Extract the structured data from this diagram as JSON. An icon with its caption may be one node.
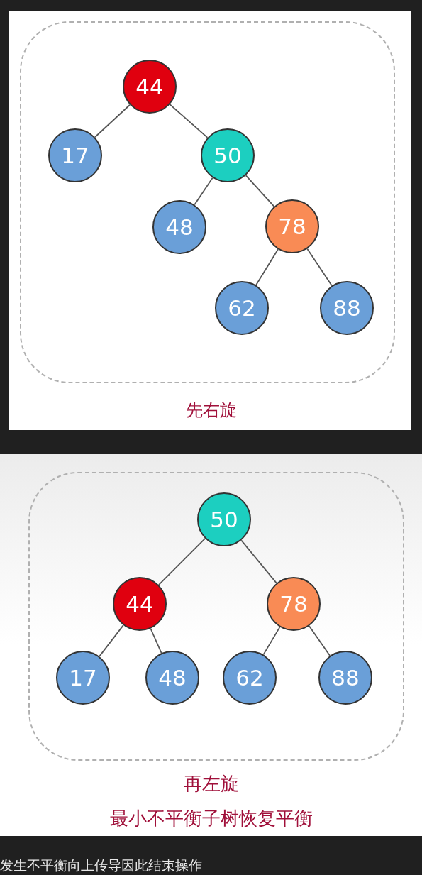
{
  "diagram": {
    "nodes": [
      {
        "text": [],
        "shape": "box"
      },
      {
        "text": [
          "44"
        ],
        "in": 0
      },
      {
        "text": [
          "17"
        ],
        "in": 0
      },
      {
        "text": [
          "50"
        ],
        "in": 0
      },
      {
        "text": [
          "48"
        ],
        "in": 0
      },
      {
        "text": [
          "78"
        ],
        "in": 0
      },
      {
        "text": [
          "62"
        ],
        "in": 0
      },
      {
        "text": [
          "88"
        ],
        "in": 0
      },
      {
        "text": [],
        "shape": "box"
      },
      {
        "text": [
          "50"
        ],
        "in": 8
      },
      {
        "text": [
          "44"
        ],
        "in": 8
      },
      {
        "text": [
          "78"
        ],
        "in": 8
      },
      {
        "text": [
          "17"
        ],
        "in": 8
      },
      {
        "text": [
          "48"
        ],
        "in": 8
      },
      {
        "text": [
          "62"
        ],
        "in": 8
      },
      {
        "text": [
          "88"
        ],
        "in": 8
      }
    ],
    "edges": [
      {
        "from": 1,
        "to": 2,
        "arrow": "none"
      },
      {
        "from": 1,
        "to": 3,
        "arrow": "none"
      },
      {
        "from": 3,
        "to": 4,
        "arrow": "none"
      },
      {
        "from": 3,
        "to": 5,
        "arrow": "none"
      },
      {
        "from": 5,
        "to": 6,
        "arrow": "none"
      },
      {
        "from": 5,
        "to": 7,
        "arrow": "none"
      },
      {
        "from": 9,
        "to": 10,
        "arrow": "none"
      },
      {
        "from": 9,
        "to": 11,
        "arrow": "none"
      },
      {
        "from": 10,
        "to": 12,
        "arrow": "none"
      },
      {
        "from": 10,
        "to": 13,
        "arrow": "none"
      },
      {
        "from": 11,
        "to": 14,
        "arrow": "none"
      },
      {
        "from": 11,
        "to": 15,
        "arrow": "none"
      }
    ],
    "labels": [
      "先右旋",
      "再左旋",
      "最小不平衡子树恢复平衡",
      "发生不平衡向上传导因此结束操作"
    ]
  }
}
